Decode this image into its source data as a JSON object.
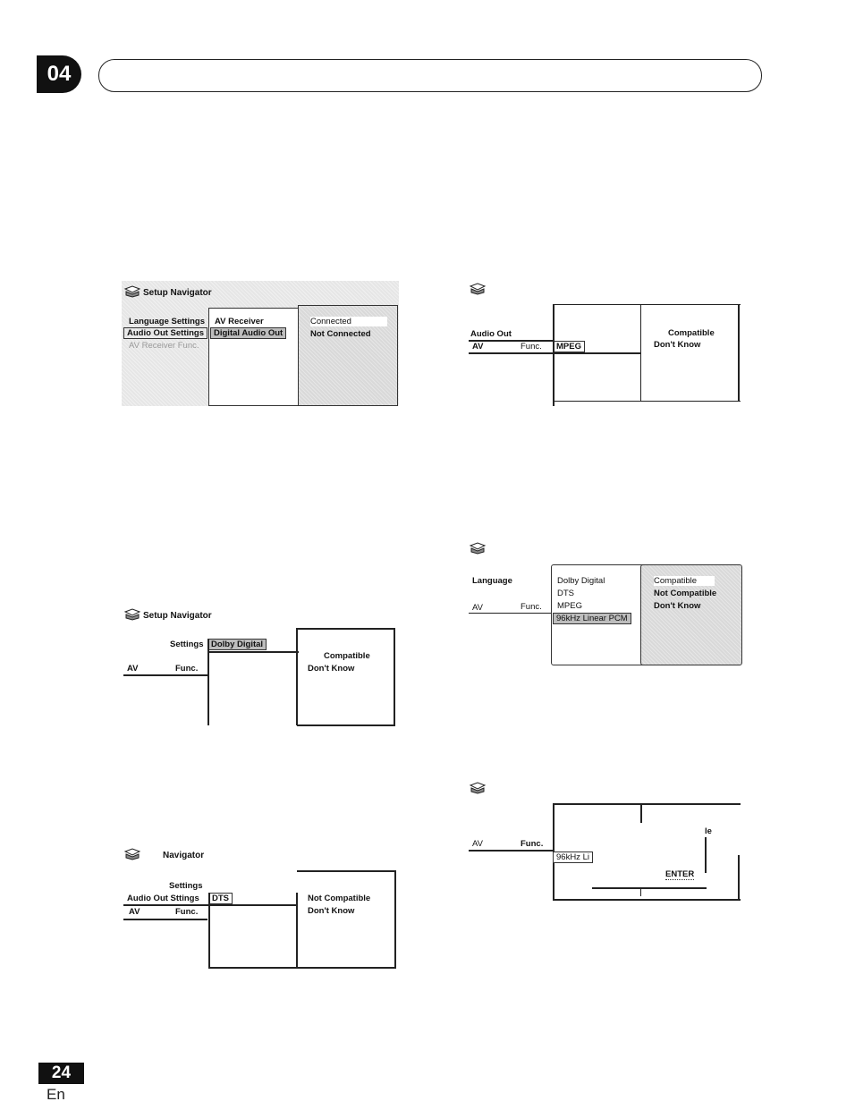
{
  "chapter": "04",
  "page": {
    "number": "24",
    "lang": "En"
  },
  "screen1": {
    "nav": "Setup Navigator",
    "menu": [
      "Language Settings",
      "Audio Out Settings",
      "AV Receiver Func."
    ],
    "col2": [
      "AV Receiver",
      "Digital Audio Out"
    ],
    "col3": [
      "Connected",
      "Not Connected"
    ]
  },
  "screen2": {
    "nav": "Setup Navigator",
    "menu": [
      "Settings",
      "AV",
      "Func."
    ],
    "col2": [
      "Dolby Digital"
    ],
    "col3": [
      "Compatible",
      "Don't Know"
    ]
  },
  "screen3": {
    "nav": "Navigator",
    "menu": [
      "Settings",
      "Audio Out Sttings",
      "AV",
      "Func."
    ],
    "col2": [
      "DTS"
    ],
    "col3": [
      "Not Compatible",
      "Don't Know"
    ]
  },
  "screen4": {
    "menu": [
      "Audio Out",
      "AV",
      "Func."
    ],
    "col2": [
      "MPEG"
    ],
    "col3": [
      "Compatible",
      "Don't Know"
    ]
  },
  "screen5": {
    "menu": [
      "Language",
      "AV",
      "Func."
    ],
    "col2": [
      "Dolby Digital",
      "DTS",
      "MPEG",
      "96kHz Linear PCM"
    ],
    "col3": [
      "Compatible",
      "Not Compatible",
      "Don't Know"
    ]
  },
  "screen6": {
    "menu": [
      "AV",
      "Func."
    ],
    "col2": [
      "96kHz Li"
    ],
    "fragment": "le",
    "enter": "ENTER"
  }
}
